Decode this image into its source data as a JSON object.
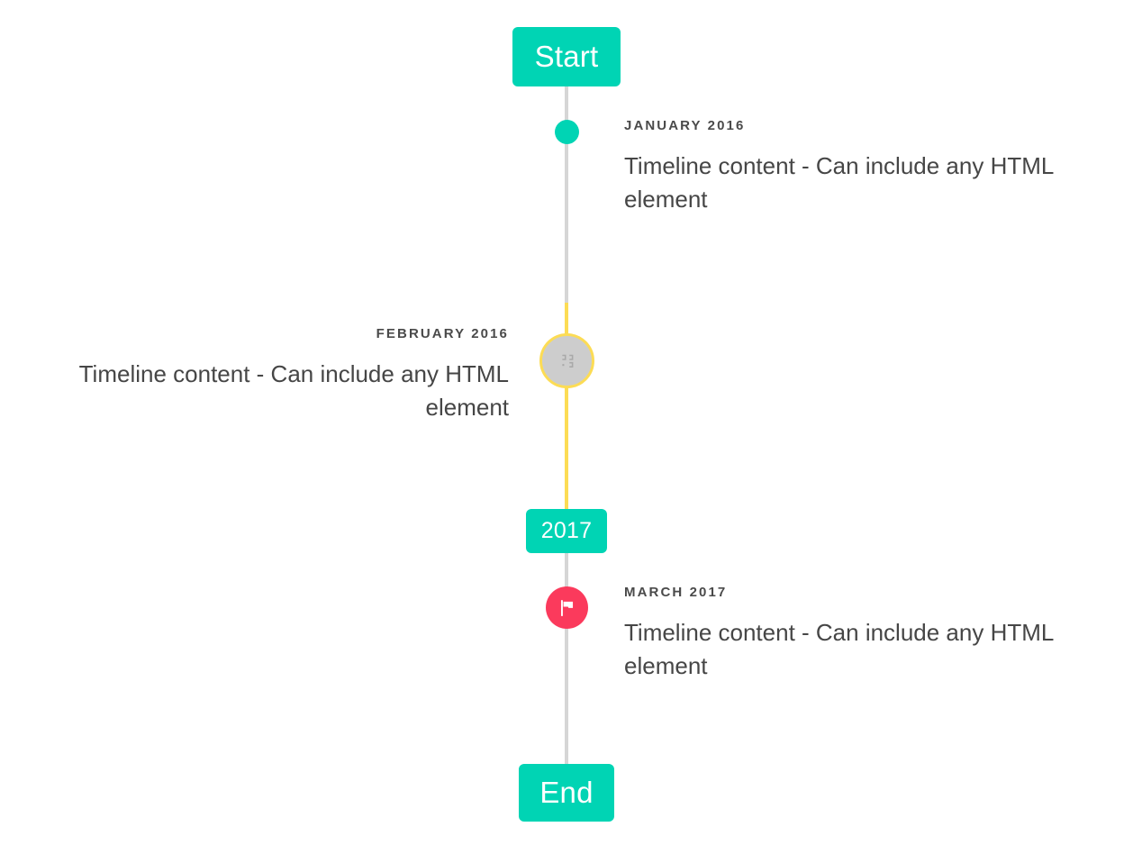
{
  "timeline": {
    "start_label": "Start",
    "end_label": "End",
    "year_divider_label": "2017",
    "colors": {
      "accent_teal": "#00D4B4",
      "line_gray": "#D6D6D6",
      "line_yellow": "#FCDC55",
      "marker_pink": "#FB3A5C",
      "marker_gray": "#CDCDCD",
      "text_body": "#464646",
      "text_date": "#4A4A4A",
      "background": "#FFFFFF"
    },
    "entries": [
      {
        "date": "January 2016",
        "body": "Timeline content - Can include any HTML element",
        "side": "right",
        "marker": "dot-icon"
      },
      {
        "date": "February 2016",
        "body": "Timeline content - Can include any HTML element",
        "side": "left",
        "marker": "broken-image-icon"
      },
      {
        "date": "March 2017",
        "body": "Timeline content - Can include any HTML element",
        "side": "right",
        "marker": "flag-icon"
      }
    ]
  }
}
